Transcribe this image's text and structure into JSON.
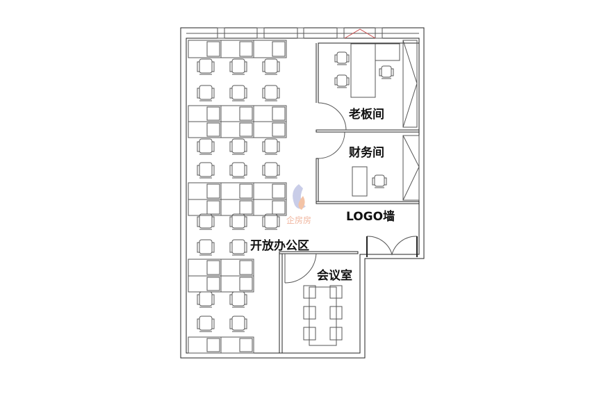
{
  "rooms": {
    "boss": "老板间",
    "finance": "财务间",
    "logo_wall": "LOGO墙",
    "open_office": "开放办公区",
    "meeting": "会议室"
  },
  "watermark": {
    "text": "企房房",
    "color": "#f0b7a0"
  },
  "colors": {
    "wall": "#222222",
    "line": "#555555",
    "door_red": "#c84a4a"
  }
}
